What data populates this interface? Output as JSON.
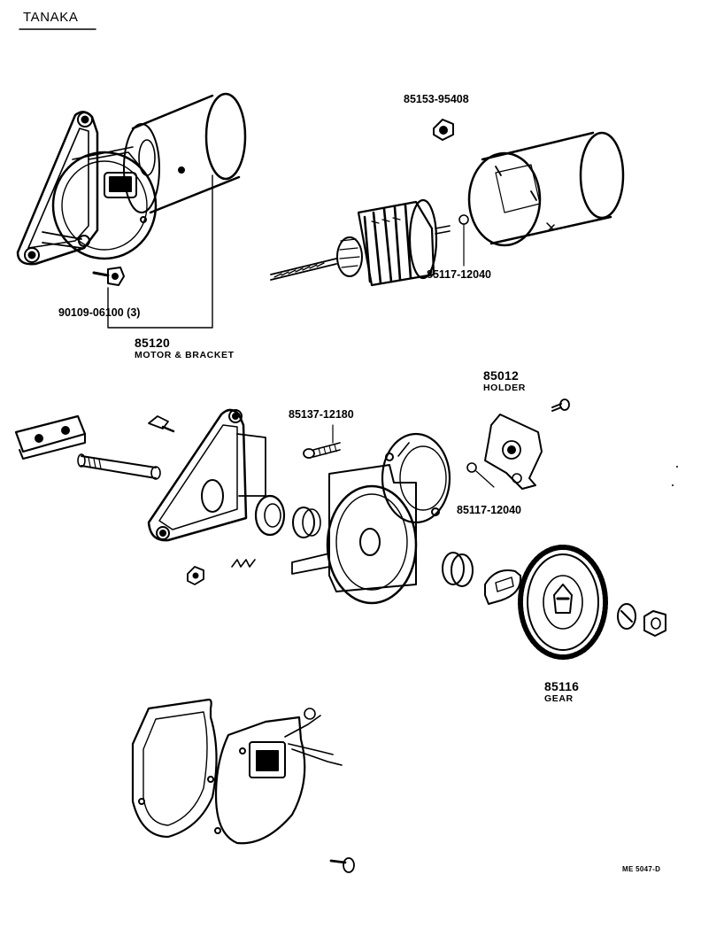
{
  "header": {
    "title": "TANAKA"
  },
  "callouts": {
    "nut_85153": "85153-95408",
    "ball_85117_top": "85117-12040",
    "bolt_90109": "90109-06100 (3)",
    "motor_part": "85120",
    "motor_name": "MOTOR & BRACKET",
    "holder_part": "85012",
    "holder_name": "HOLDER",
    "screw_85137": "85137-12180",
    "ball_85117_mid": "85117-12040",
    "gear_part": "85116",
    "gear_name": "GEAR"
  },
  "footer": {
    "code": "ME 5047-D"
  },
  "parts": [
    {
      "name": "motor-bracket-assembly"
    },
    {
      "name": "motor-yoke-housing"
    },
    {
      "name": "armature"
    },
    {
      "name": "bracket-plate"
    },
    {
      "name": "gear-housing"
    },
    {
      "name": "brush-holder-plate"
    },
    {
      "name": "drive-gear"
    },
    {
      "name": "cover-gasket"
    },
    {
      "name": "cover-with-switch"
    }
  ]
}
